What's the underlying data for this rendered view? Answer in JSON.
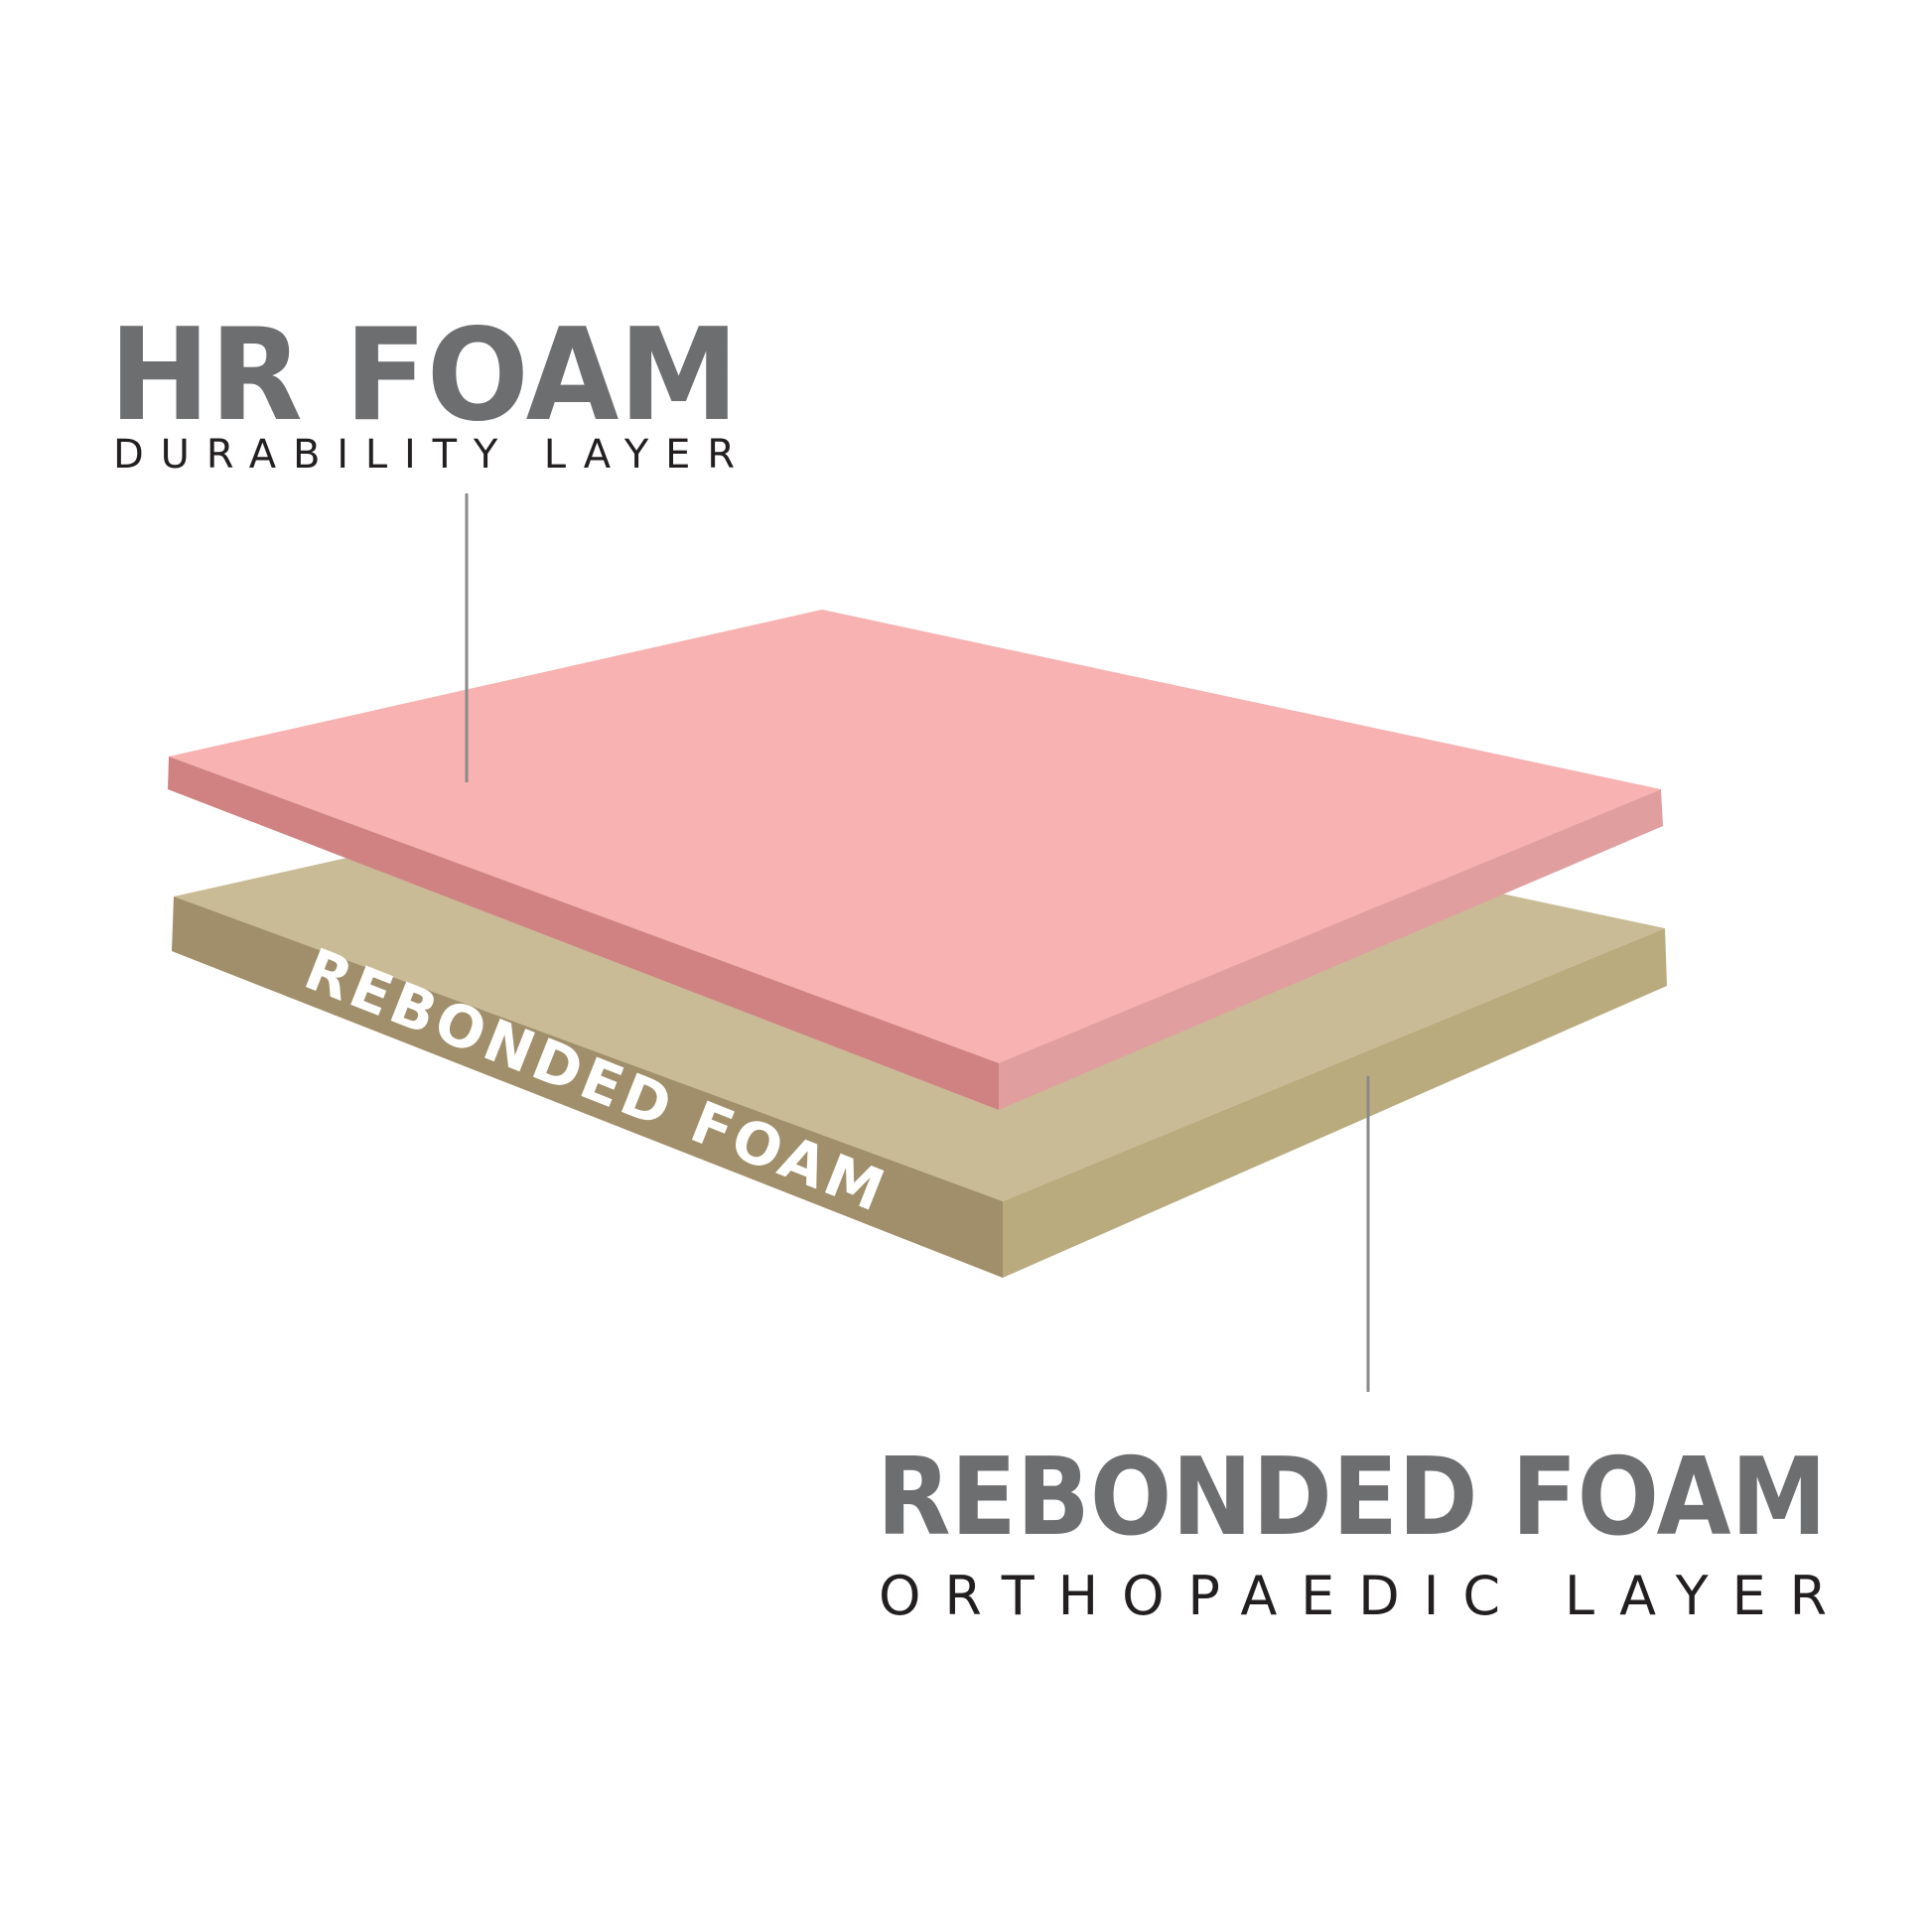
{
  "layers": [
    {
      "id": "hr-foam",
      "title": "HR FOAM",
      "subtitle": "DURABILITY LAYER",
      "colors": {
        "top": "#f7b2b1",
        "left_edge": "#d08283",
        "right_edge": "#e19e9f"
      }
    },
    {
      "id": "rebonded-foam",
      "title": "REBONDED FOAM",
      "subtitle": "ORTHOPAEDIC LAYER",
      "side_text": "REBONDED FOAM",
      "colors": {
        "top": "#c9bb95",
        "left_edge": "#a08f6a",
        "right_edge": "#baab7e"
      }
    }
  ],
  "colors": {
    "title_text": "#6d6e70",
    "subtitle_text": "#231f20",
    "leader_line": "#8a8a8a",
    "background": "#ffffff"
  }
}
